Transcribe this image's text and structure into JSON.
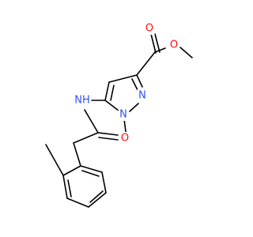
{
  "molecule": {
    "colors": {
      "carbon": "#000000",
      "oxygen": "#ff0d0d",
      "nitrogen": "#3050f8"
    },
    "atoms": [
      {
        "id": "O_carbonyl_ester",
        "label": "O",
        "element": "oxygen"
      },
      {
        "id": "O_ether_ester",
        "label": "O",
        "element": "oxygen"
      },
      {
        "id": "N_pyrazole_2",
        "label": "N",
        "element": "nitrogen"
      },
      {
        "id": "N_pyrazole_1",
        "label": "N",
        "element": "nitrogen"
      },
      {
        "id": "N_amide",
        "label": "NH",
        "element": "nitrogen"
      },
      {
        "id": "O_amide",
        "label": "O",
        "element": "oxygen"
      }
    ]
  }
}
